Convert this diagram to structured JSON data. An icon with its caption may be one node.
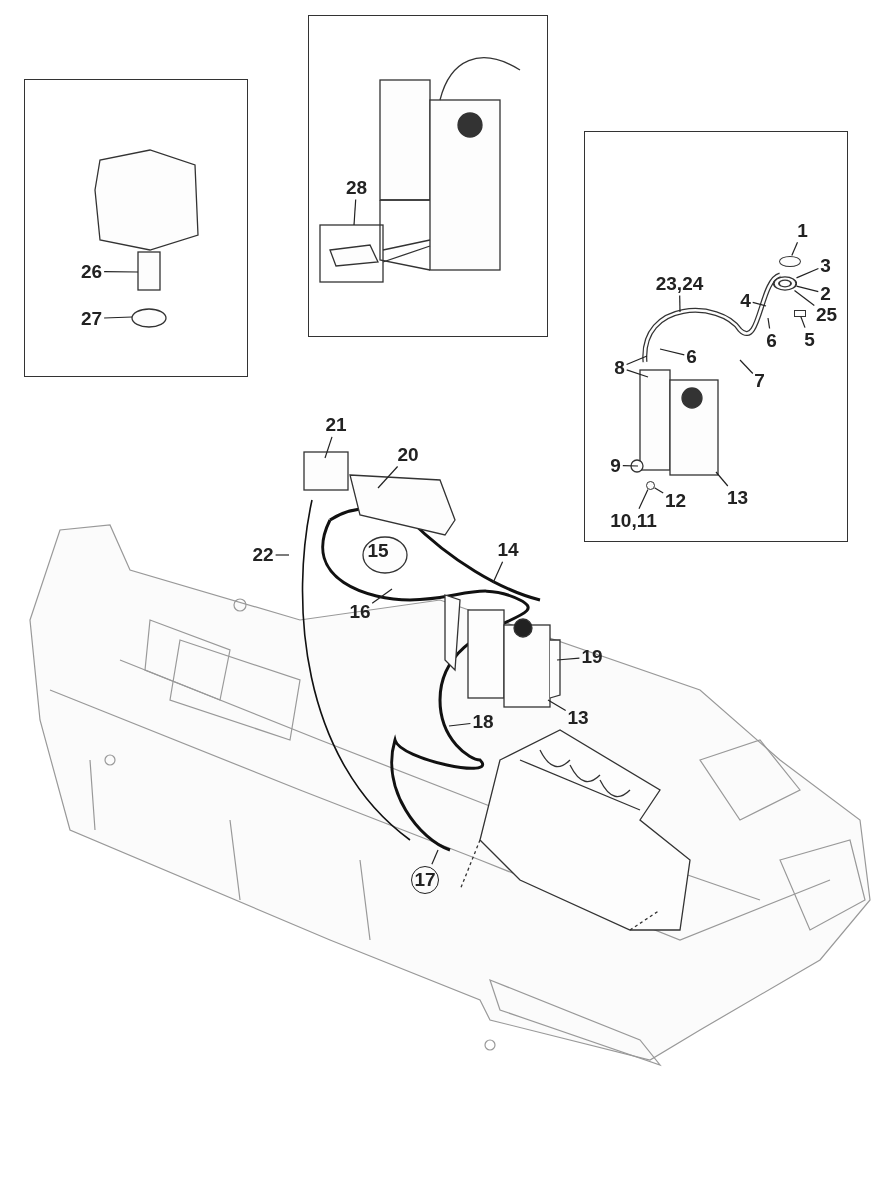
{
  "diagram": {
    "nodes": [
      {
        "text": [],
        "shape": "box"
      },
      {
        "text": [],
        "shape": "box"
      },
      {
        "text": [],
        "shape": "box"
      },
      {
        "text": [
          "28"
        ],
        "in": 0
      },
      {
        "text": [
          "26"
        ],
        "in": 1
      },
      {
        "text": [
          "27"
        ],
        "in": 1
      },
      {
        "text": [
          "1"
        ],
        "in": 2
      },
      {
        "text": [
          "3"
        ],
        "in": 2
      },
      {
        "text": [
          "23,24"
        ],
        "in": 2
      },
      {
        "text": [
          "2"
        ],
        "in": 2
      },
      {
        "text": [
          "4"
        ],
        "in": 2
      },
      {
        "text": [
          "25"
        ],
        "in": 2
      },
      {
        "text": [
          "6"
        ],
        "in": 2
      },
      {
        "text": [
          "5"
        ],
        "in": 2
      },
      {
        "text": [
          "8"
        ],
        "in": 2
      },
      {
        "text": [
          "6"
        ],
        "in": 2
      },
      {
        "text": [
          "7"
        ],
        "in": 2
      },
      {
        "text": [
          "9"
        ],
        "in": 2
      },
      {
        "text": [
          "12"
        ],
        "in": 2
      },
      {
        "text": [
          "13"
        ],
        "in": 2
      },
      {
        "text": [
          "10,11"
        ],
        "in": 2
      },
      {
        "text": [
          "21"
        ]
      },
      {
        "text": [
          "20"
        ]
      },
      {
        "text": [
          "22"
        ]
      },
      {
        "text": [
          "15"
        ]
      },
      {
        "text": [
          "14"
        ]
      },
      {
        "text": [
          "16"
        ]
      },
      {
        "text": [
          "19"
        ]
      },
      {
        "text": [
          "13"
        ]
      },
      {
        "text": [
          "18"
        ]
      },
      {
        "text": [
          "17"
        ]
      },
      {
        "text": [],
        "shape": "circle",
        "in": 2
      },
      {
        "text": [],
        "shape": "picture",
        "in": 2
      },
      {
        "text": [],
        "shape": "box",
        "in": 2
      },
      {
        "text": [],
        "shape": "circle",
        "in": 2
      }
    ],
    "edges": [
      {
        "from": 3,
        "to": null,
        "arrow": "none"
      },
      {
        "from": 4,
        "to": null,
        "arrow": "none"
      },
      {
        "from": 5,
        "to": null,
        "arrow": "none"
      },
      {
        "from": 6,
        "to": 31,
        "arrow": "none"
      },
      {
        "from": 7,
        "to": 32,
        "arrow": "none"
      },
      {
        "from": 8,
        "to": null,
        "arrow": "none"
      },
      {
        "from": 9,
        "to": 32,
        "arrow": "none"
      },
      {
        "from": 10,
        "to": null,
        "arrow": "none"
      },
      {
        "from": 11,
        "to": 32,
        "arrow": "none"
      },
      {
        "from": 12,
        "to": null,
        "arrow": "none"
      },
      {
        "from": 13,
        "to": 33,
        "arrow": "none"
      },
      {
        "from": 14,
        "to": null,
        "arrow": "none"
      },
      {
        "from": 14,
        "to": null,
        "arrow": "none"
      },
      {
        "from": 15,
        "to": null,
        "arrow": "none"
      },
      {
        "from": 16,
        "to": null,
        "arrow": "none"
      },
      {
        "from": 17,
        "to": null,
        "arrow": "none"
      },
      {
        "from": 18,
        "to": 34,
        "arrow": "none"
      },
      {
        "from": 19,
        "to": null,
        "arrow": "none"
      },
      {
        "from": 20,
        "to": 34,
        "arrow": "none"
      },
      {
        "from": 21,
        "to": null,
        "arrow": "none"
      },
      {
        "from": 22,
        "to": null,
        "arrow": "none"
      },
      {
        "from": 23,
        "to": null,
        "arrow": "none"
      },
      {
        "from": 25,
        "to": null,
        "arrow": "none"
      },
      {
        "from": 26,
        "to": null,
        "arrow": "none"
      },
      {
        "from": 27,
        "to": null,
        "arrow": "none"
      },
      {
        "from": 28,
        "to": null,
        "arrow": "none"
      },
      {
        "from": 29,
        "to": null,
        "arrow": "none"
      },
      {
        "from": 30,
        "to": null,
        "arrow": "none"
      }
    ]
  }
}
